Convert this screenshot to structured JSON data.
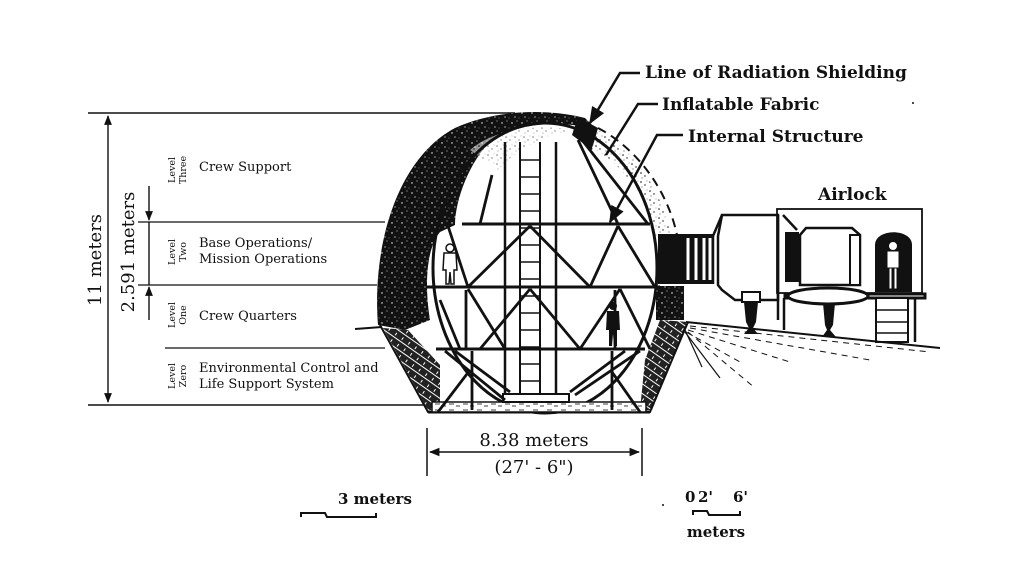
{
  "figure": {
    "title": "Lunar inflatable habitat cross-section",
    "ink_color": "#111111",
    "background_color": "#ffffff"
  },
  "callouts": {
    "radiation_shielding": "Line of Radiation Shielding",
    "inflatable_fabric": "Inflatable Fabric",
    "internal_structure": "Internal Structure",
    "airlock": "Airlock"
  },
  "levels": [
    {
      "level_word": "Level",
      "level_name": "Three",
      "function_line1": "Crew Support",
      "function_line2": ""
    },
    {
      "level_word": "Level",
      "level_name": "Two",
      "function_line1": "Base Operations/",
      "function_line2": "Mission Operations"
    },
    {
      "level_word": "Level",
      "level_name": "One",
      "function_line1": "Crew Quarters",
      "function_line2": ""
    },
    {
      "level_word": "Level",
      "level_name": "Zero",
      "function_line1": "Environmental Control and",
      "function_line2": "Life Support System"
    }
  ],
  "dimensions": {
    "total_height": "11 meters",
    "level_height": "2.591 meters",
    "width_metric": "8.38 meters",
    "width_imperial": "(27' - 6\")"
  },
  "scale_bars": {
    "habitat_scale_label": "3 meters",
    "airlock_scale_ticks": [
      "0",
      "2'",
      "6'"
    ],
    "airlock_scale_unit": "meters"
  },
  "icons": [
    "astronaut-figure-icon",
    "person-silhouette-icon",
    "ladder-icon",
    "airlock-module-icon"
  ]
}
